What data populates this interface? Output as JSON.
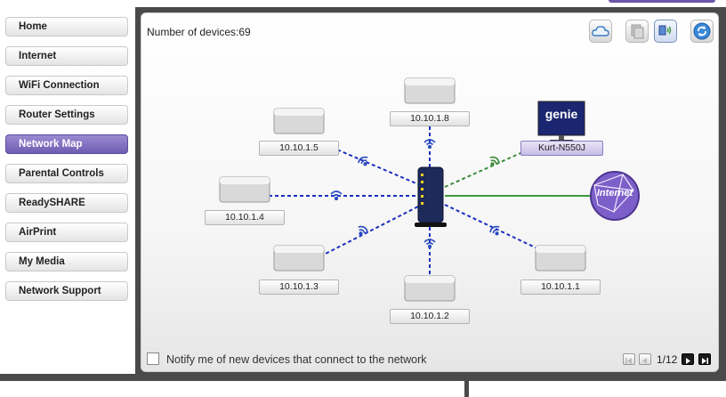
{
  "nav": {
    "items": [
      {
        "label": "Home"
      },
      {
        "label": "Internet"
      },
      {
        "label": "WiFi Connection"
      },
      {
        "label": "Router Settings"
      },
      {
        "label": "Network Map"
      },
      {
        "label": "Parental Controls"
      },
      {
        "label": "ReadySHARE"
      },
      {
        "label": "AirPrint"
      },
      {
        "label": "My Media"
      },
      {
        "label": "Network Support"
      }
    ],
    "active_index": 4
  },
  "map": {
    "device_count": "Number of devices:69",
    "devices": [
      {
        "label": "10.10.1.8"
      },
      {
        "label": "10.10.1.5"
      },
      {
        "label": "10.10.1.4"
      },
      {
        "label": "10.10.1.3"
      },
      {
        "label": "10.10.1.2"
      },
      {
        "label": "10.10.1.1"
      },
      {
        "label": "Kurt-N550J"
      }
    ],
    "genie_label": "genie",
    "internet_label": "Internet",
    "notify_text": "Notify me of new devices that connect to the network",
    "pagination": "1/12"
  },
  "toolbar_icons": [
    "cloud-icon",
    "device-list-icon",
    "map-view-icon",
    "refresh-icon"
  ],
  "colors": {
    "accent": "#6f5cb3",
    "wireless_line": "#1a2fbf",
    "wired_line": "#3c9a3c",
    "genie_line": "#3c8a3c"
  }
}
